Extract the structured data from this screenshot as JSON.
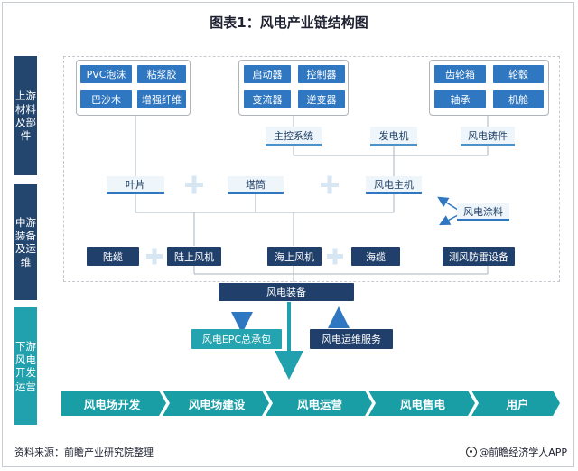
{
  "title": "图表1：风电产业链结构图",
  "stages": {
    "upstream": "上游材料及部件",
    "midstream": "中游装备及运维",
    "downstream": "下游风电开发运营"
  },
  "materials": [
    "PVC泡沫",
    "粘浆胶",
    "巴沙木",
    "增强纤维"
  ],
  "controls": [
    "启动器",
    "控制器",
    "变流器",
    "逆变器"
  ],
  "gear": [
    "齿轮箱",
    "轮毂",
    "轴承",
    "机舱"
  ],
  "subsystems": {
    "main_control": "主控系统",
    "generator": "发电机",
    "casting": "风电铸件"
  },
  "components": {
    "blade": "叶片",
    "tower": "塔筒",
    "main_unit": "风电主机",
    "coating": "风电涂料"
  },
  "turbines": {
    "land_cable": "陆缆",
    "land_turbine": "陆上风机",
    "sea_turbine": "海上风机",
    "sea_cable": "海缆",
    "lightning": "测风防雷设备"
  },
  "equipment": "风电装备",
  "services": {
    "epc": "风电EPC总承包",
    "om": "风电运维服务"
  },
  "chain": [
    "风电场开发",
    "风电场建设",
    "风电运营",
    "风电售电",
    "用户"
  ],
  "source": "资料来源：前瞻产业研究院整理",
  "brand": "@前瞻经济学人APP"
}
